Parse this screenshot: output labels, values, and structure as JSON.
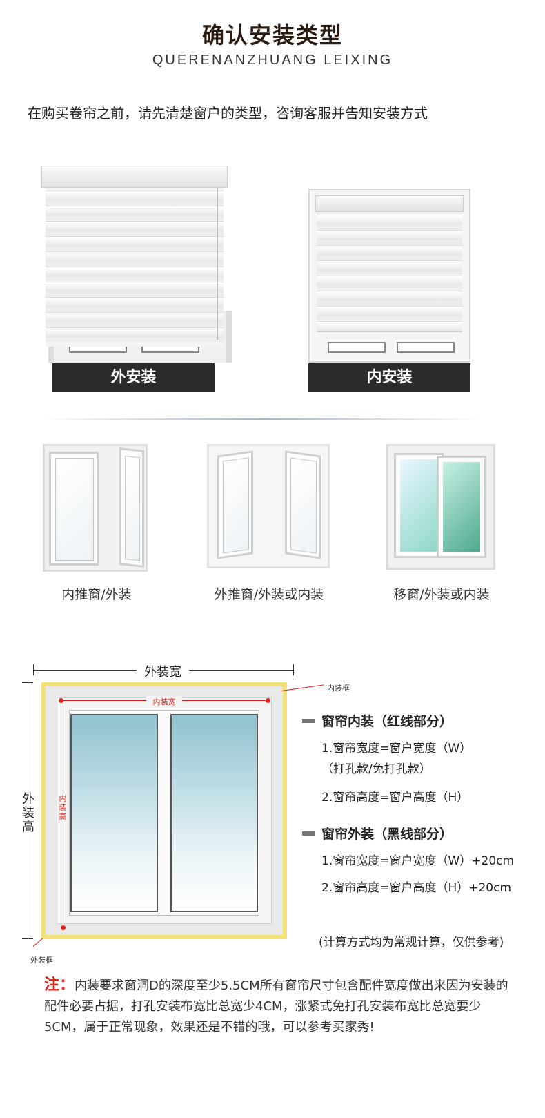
{
  "header": {
    "title": "确认安装类型",
    "subtitle": "QUERENANZHUANG  LEIXING",
    "intro": "在购买卷帘之前，请先清楚窗户的类型，咨询客服并告知安装方式"
  },
  "install_types": [
    {
      "label": "外安装"
    },
    {
      "label": "内安装"
    }
  ],
  "window_types": [
    {
      "caption": "内推窗/外装"
    },
    {
      "caption": "外推窗/外装或内装"
    },
    {
      "caption": "移窗/外装或内装"
    }
  ],
  "diagram": {
    "outer_width_label": "外装宽",
    "outer_height_label": "外\n装\n高",
    "inner_width_label": "内装宽",
    "inner_height_label": "内\n装\n高",
    "inner_frame_label": "内装框",
    "outer_frame_label": "外装框"
  },
  "specs": {
    "inner": {
      "title": "窗帘内装（红线部分）",
      "line1": "1.窗帘宽度=窗户宽度（W）",
      "line1b": "（打孔款/免打孔款）",
      "line2": "2.窗帘高度=窗户高度（H）"
    },
    "outer": {
      "title": "窗帘外装（黑线部分）",
      "line1": "1.窗帘宽度=窗户宽度（W）+20cm",
      "line2": "2.窗帘高度=窗户高度（H）+20cm"
    },
    "footnote": "(计算方式均为常规计算，仅供参考)"
  },
  "note": {
    "mark": "注：",
    "text": "内装要求窗洞D的深度至少5.5CM所有窗帘尺寸包含配件宽度做出来因为安装的配件必要占据，打孔安装布宽比总宽少4CM，涨紧式免打孔安装布宽比总宽要少5CM，属于正常现象，效果还是不错的哦，可以参考买家秀!"
  },
  "colors": {
    "accent_red": "#d9241b",
    "label_bg": "#2b2b2b",
    "outer_frame_yellow": "#f3e27a"
  }
}
